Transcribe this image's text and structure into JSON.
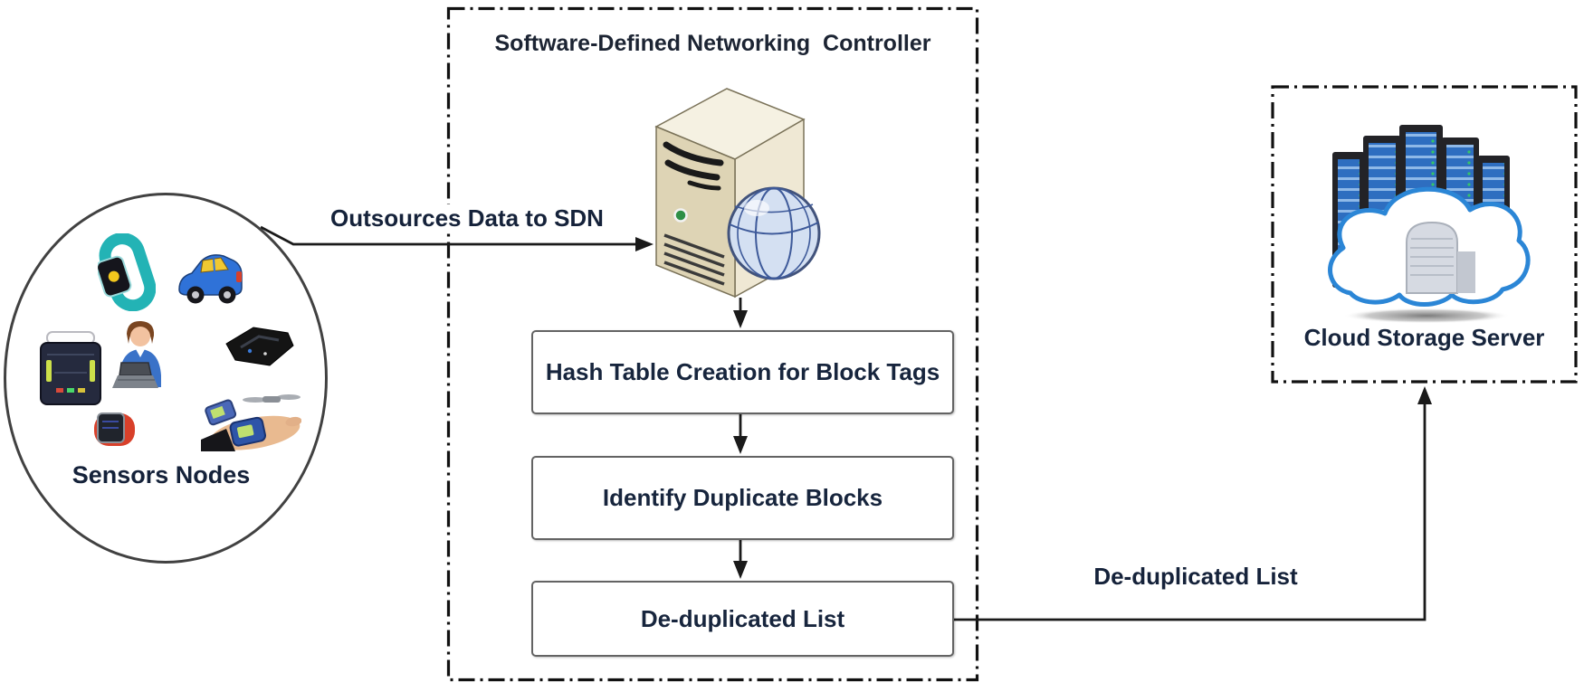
{
  "sensors": {
    "label": "Sensors Nodes",
    "device_icons": [
      "teal-fitness-band-icon",
      "smart-car-icon",
      "infusion-pump-icon",
      "person-with-laptop-icon",
      "black-sensor-device-icon",
      "red-smartwatch-icon",
      "wrist-bp-monitor-with-drone-icon"
    ]
  },
  "edges": {
    "outsources_label": "Outsources Data to SDN",
    "dedup_label": "De-duplicated List"
  },
  "sdn": {
    "title": "Software-Defined Networking  Controller",
    "server_icon": "sdn-server-with-globe-icon",
    "steps": [
      "Hash Table Creation for Block Tags",
      "Identify Duplicate Blocks",
      "De-duplicated List"
    ]
  },
  "cloud": {
    "icon": "cloud-storage-servers-icon",
    "label": "Cloud Storage Server"
  },
  "colors": {
    "text": "#17253d",
    "line": "#1a1a1a",
    "box_border": "#636363",
    "dash_border": "#111111",
    "cloud_outline_blue": "#2b86d6",
    "rack_blue": "#2e6ec0",
    "server_beige": "#e4dbbc",
    "globe_blue": "#d4e0f2",
    "band_teal": "#23b3b5",
    "car_blue": "#2f72d8",
    "watch_red": "#d8402a"
  }
}
